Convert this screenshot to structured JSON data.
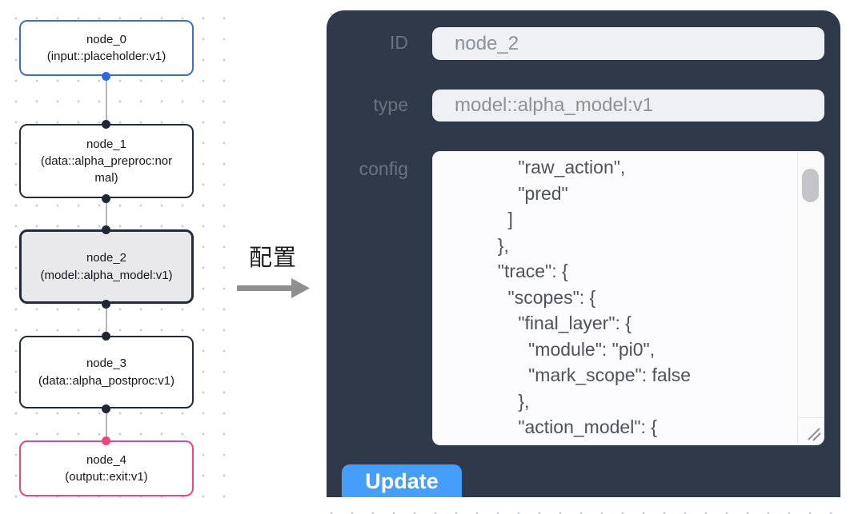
{
  "flow": {
    "nodes": [
      {
        "id": "node_0",
        "label": "node_0",
        "type_label": "(input::placeholder:v1)",
        "state": "input"
      },
      {
        "id": "node_1",
        "label": "node_1",
        "type_label": "(data::alpha_preproc:normal)",
        "state": "default"
      },
      {
        "id": "node_2",
        "label": "node_2",
        "type_label": "(model::alpha_model:v1)",
        "state": "selected"
      },
      {
        "id": "node_3",
        "label": "node_3",
        "type_label": "(data::alpha_postproc:v1)",
        "state": "default"
      },
      {
        "id": "node_4",
        "label": "node_4",
        "type_label": "(output::exit:v1)",
        "state": "output"
      }
    ]
  },
  "transition": {
    "label": "配置"
  },
  "panel": {
    "fields": [
      {
        "label": "ID",
        "value": "node_2"
      },
      {
        "label": "type",
        "value": "model::alpha_model:v1"
      }
    ],
    "config": {
      "label": "config",
      "text": "      \"raw_action\",\n      \"pred\"\n    ]\n  },\n  \"trace\": {\n    \"scopes\": {\n      \"final_layer\": {\n        \"module\": \"pi0\",\n        \"mark_scope\": false\n      },\n      \"action_model\": {"
    },
    "update_label": "Update"
  },
  "colors": {
    "panel_background": "#2f394a",
    "update_button": "#459ef9",
    "input_node_border": "#3a6fd0",
    "output_node_border": "#f0447f",
    "default_node_border": "#222b3a",
    "selected_node_fill": "#e9e9ec",
    "input_port_dot": "#2e6bd6",
    "output_port_dot": "#f0447f"
  }
}
